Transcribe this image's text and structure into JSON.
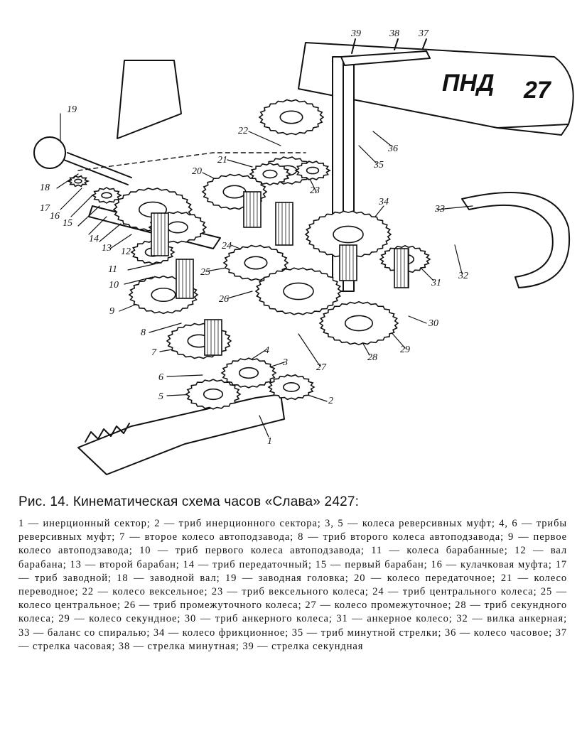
{
  "figure": {
    "plate_text": "ПНД",
    "plate_number": "27",
    "part_labels": [
      "1",
      "2",
      "3",
      "4",
      "5",
      "6",
      "7",
      "8",
      "9",
      "10",
      "11",
      "12",
      "13",
      "14",
      "15",
      "16",
      "17",
      "18",
      "19",
      "20",
      "21",
      "22",
      "23",
      "24",
      "25",
      "26",
      "27",
      "28",
      "29",
      "30",
      "31",
      "32",
      "33",
      "34",
      "35",
      "36",
      "37",
      "38",
      "39"
    ]
  },
  "caption": {
    "title": "Рис. 14. Кинематическая схема часов «Слава» 2427:",
    "body": "1 — инерционный сектор; 2 — триб инерционного сектора; 3, 5 — колеса реверсивных муфт; 4, 6 — трибы реверсивных муфт; 7 — второе колесо автоподзавода; 8 — триб второго колеса автоподзавода; 9 — первое колесо автоподзавода; 10 — триб первого колеса автоподзавода; 11 — колеса барабанные; 12 — вал барабана; 13 — второй барабан; 14 — триб передаточный; 15 — первый барабан; 16 — кулачковая муфта; 17 — триб заводной; 18 — заводной вал; 19 — заводная головка; 20 — колесо передаточное; 21 — колесо переводное; 22 — колесо вексельное; 23 — триб вексельного колеса; 24 — триб центрального колеса; 25 — колесо центральное; 26 — триб промежуточного колеса; 27 — колесо промежуточное; 28 — триб секундного колеса; 29 — колесо секундное; 30 — триб анкерного колеса; 31 — анкерное колесо; 32 — вилка анкерная; 33 — баланс со спиралью; 34 — колесо фрикционное; 35 — триб минутной стрелки; 36 — колесо часовое; 37 — стрелка часовая; 38 — стрелка минутная; 39 — стрелка секундная"
  }
}
